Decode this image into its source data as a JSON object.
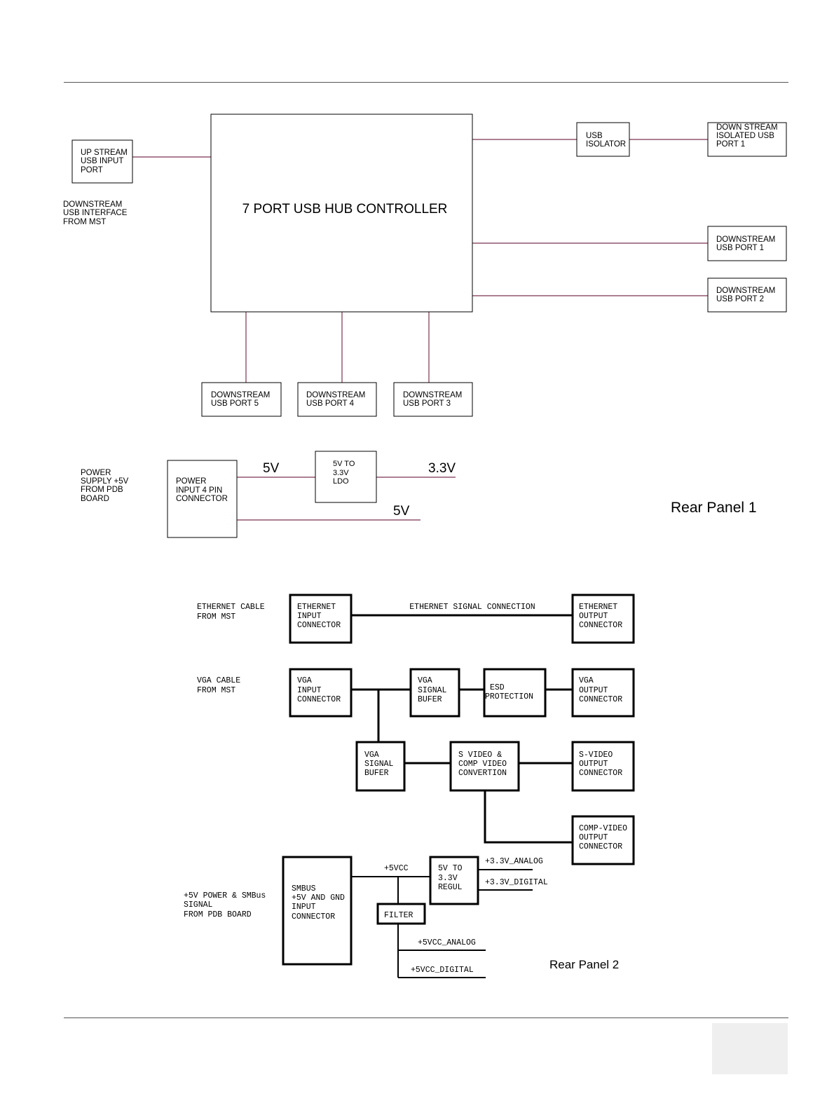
{
  "rear_panel_1": {
    "title": "Rear Panel 1",
    "hub": "7 PORT USB HUB CONTROLLER",
    "upstream": [
      "UP STREAM",
      "USB INPUT",
      "PORT"
    ],
    "upstream_caption": [
      "DOWNSTREAM",
      "USB INTERFACE",
      "FROM MST"
    ],
    "isolator": [
      "USB",
      "ISOLATOR"
    ],
    "isolated_port": [
      "DOWN STREAM",
      "ISOLATED USB",
      "PORT 1"
    ],
    "port1": [
      "DOWNSTREAM",
      "USB PORT 1"
    ],
    "port2": [
      "DOWNSTREAM",
      "USB PORT 2"
    ],
    "port3": [
      "DOWNSTREAM",
      "USB PORT 3"
    ],
    "port4": [
      "DOWNSTREAM",
      "USB PORT 4"
    ],
    "port5": [
      "DOWNSTREAM",
      "USB PORT 5"
    ],
    "power_caption": [
      "POWER",
      "SUPPLY +5V",
      "FROM PDB",
      "BOARD"
    ],
    "power_connector": [
      "POWER",
      "INPUT 4 PIN",
      "CONNECTOR"
    ],
    "ldo": [
      "5V TO",
      "3.3V",
      "LDO"
    ],
    "label_5v_top": "5V",
    "label_33v": "3.3V",
    "label_5v_bottom": "5V"
  },
  "rear_panel_2": {
    "title": "Rear Panel 2",
    "eth_caption": [
      "ETHERNET CABLE",
      "FROM MST"
    ],
    "eth_input": [
      "ETHERNET",
      "INPUT",
      "CONNECTOR"
    ],
    "eth_signal": "ETHERNET SIGNAL CONNECTION",
    "eth_output": [
      "ETHERNET",
      "OUTPUT",
      "CONNECTOR"
    ],
    "vga_caption": [
      "VGA CABLE",
      "FROM MST"
    ],
    "vga_input": [
      "VGA",
      "INPUT",
      "CONNECTOR"
    ],
    "vga_buffer_1": [
      "VGA",
      "SIGNAL",
      "BUFER"
    ],
    "esd": [
      "ESD",
      "PROTECTION"
    ],
    "vga_output": [
      "VGA",
      "OUTPUT",
      "CONNECTOR"
    ],
    "vga_buffer_2": [
      "VGA",
      "SIGNAL",
      "BUFER"
    ],
    "svideo_conv": [
      "S VIDEO &",
      "COMP VIDEO",
      "CONVERTION"
    ],
    "svideo_output": [
      "S-VIDEO",
      "OUTPUT",
      "CONNECTOR"
    ],
    "comp_output": [
      "COMP-VIDEO",
      "OUTPUT",
      "CONNECTOR"
    ],
    "smbus_caption": [
      "+5V POWER & SMBus",
      "SIGNAL",
      "FROM PDB BOARD"
    ],
    "smbus_connector": [
      "SMBUS",
      "+5V AND GND",
      "INPUT",
      "CONNECTOR"
    ],
    "vcc_label": "+5VCC",
    "regul": [
      "5V TO",
      "3.3V",
      "REGUL"
    ],
    "analog_33": "+3.3V_ANALOG",
    "digital_33": "+3.3V_DIGITAL",
    "filter": "FILTER",
    "vcc_analog": "+5VCC_ANALOG",
    "vcc_digital": "+5VCC_DIGITAL"
  }
}
